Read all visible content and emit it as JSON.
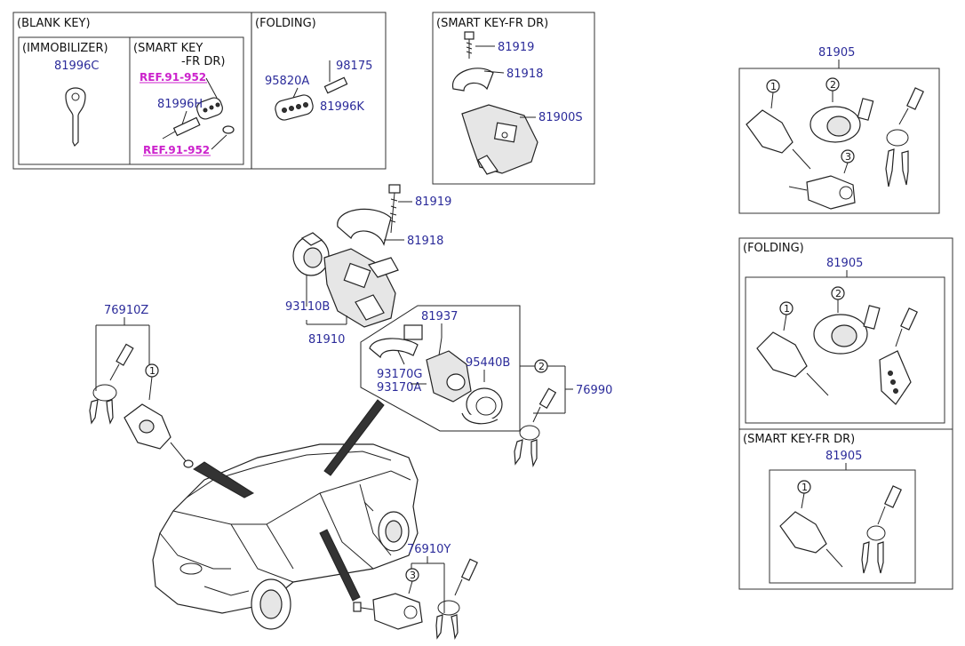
{
  "headers": {
    "blank_key": "(BLANK KEY)",
    "immobilizer": "(IMMOBILIZER)",
    "smart_key_line1": "(SMART KEY",
    "smart_key_line2": "-FR DR)",
    "folding_top": "(FOLDING)",
    "smart_key_fr_dr_top": "(SMART KEY-FR DR)",
    "folding_right": "(FOLDING)",
    "smart_key_fr_dr_right": "(SMART KEY-FR DR)"
  },
  "refs": {
    "ref_upper": "REF.91-952",
    "ref_lower": "REF.91-952"
  },
  "part_numbers": {
    "p81996C": "81996C",
    "p81996H": "81996H",
    "p95820A": "95820A",
    "p98175": "98175",
    "p81996K": "81996K",
    "p81919_top": "81919",
    "p81918_top": "81918",
    "p81900S": "81900S",
    "p81905_a": "81905",
    "p81905_b": "81905",
    "p81905_c": "81905",
    "p81919_mid": "81919",
    "p81918_mid": "81918",
    "p93110B": "93110B",
    "p81910": "81910",
    "p81937": "81937",
    "p95440B": "95440B",
    "p93170G": "93170G",
    "p93170A": "93170A",
    "p76990": "76990",
    "p76910Z": "76910Z",
    "p76910Y": "76910Y"
  },
  "callouts": {
    "one": "1",
    "two": "2",
    "three": "3"
  },
  "colors": {
    "part_number": "#2b2b9a",
    "reference_link": "#cc22cc",
    "line": "#222222"
  }
}
